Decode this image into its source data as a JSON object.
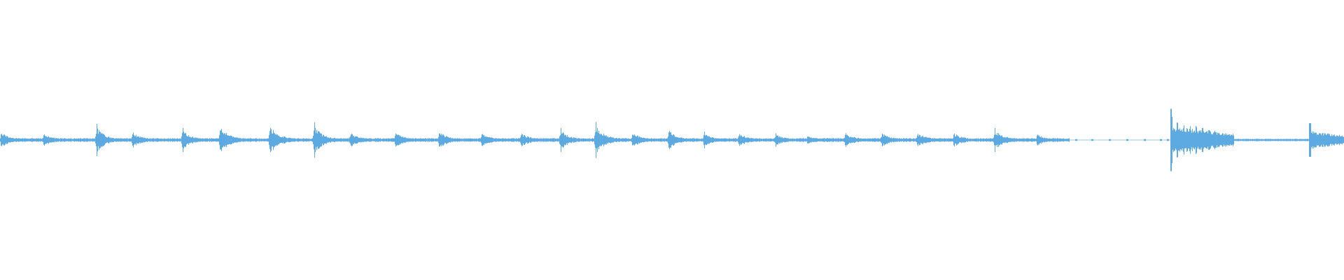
{
  "waveform": {
    "color": "#5DA9E1",
    "background": "#ffffff",
    "segments": [
      {
        "onset": 0.0,
        "peak": 0.22,
        "decay": 0.03
      },
      {
        "onset": 0.032,
        "peak": 0.17,
        "decay": 0.033
      },
      {
        "onset": 0.071,
        "peak": 0.4,
        "decay": 0.024
      },
      {
        "onset": 0.098,
        "peak": 0.22,
        "decay": 0.03
      },
      {
        "onset": 0.135,
        "peak": 0.3,
        "decay": 0.026
      },
      {
        "onset": 0.163,
        "peak": 0.4,
        "decay": 0.026
      },
      {
        "onset": 0.2,
        "peak": 0.42,
        "decay": 0.026
      },
      {
        "onset": 0.233,
        "peak": 0.47,
        "decay": 0.024
      },
      {
        "onset": 0.26,
        "peak": 0.2,
        "decay": 0.03
      },
      {
        "onset": 0.293,
        "peak": 0.22,
        "decay": 0.03
      },
      {
        "onset": 0.326,
        "peak": 0.27,
        "decay": 0.026
      },
      {
        "onset": 0.358,
        "peak": 0.22,
        "decay": 0.026
      },
      {
        "onset": 0.387,
        "peak": 0.2,
        "decay": 0.028
      },
      {
        "onset": 0.416,
        "peak": 0.3,
        "decay": 0.026
      },
      {
        "onset": 0.442,
        "peak": 0.45,
        "decay": 0.026
      },
      {
        "onset": 0.47,
        "peak": 0.2,
        "decay": 0.03
      },
      {
        "onset": 0.497,
        "peak": 0.28,
        "decay": 0.026
      },
      {
        "onset": 0.523,
        "peak": 0.2,
        "decay": 0.03
      },
      {
        "onset": 0.549,
        "peak": 0.19,
        "decay": 0.03
      },
      {
        "onset": 0.576,
        "peak": 0.17,
        "decay": 0.03
      },
      {
        "onset": 0.6,
        "peak": 0.13,
        "decay": 0.03
      },
      {
        "onset": 0.628,
        "peak": 0.2,
        "decay": 0.03
      },
      {
        "onset": 0.655,
        "peak": 0.2,
        "decay": 0.03
      },
      {
        "onset": 0.682,
        "peak": 0.2,
        "decay": 0.03
      },
      {
        "onset": 0.709,
        "peak": 0.2,
        "decay": 0.03
      },
      {
        "onset": 0.739,
        "peak": 0.3,
        "decay": 0.03
      },
      {
        "onset": 0.771,
        "peak": 0.17,
        "decay": 0.025
      }
    ],
    "sparse_dashes": [
      0.79,
      0.8,
      0.812,
      0.825,
      0.838,
      0.851,
      0.863,
      0.868
    ],
    "burst": {
      "onset": 0.871,
      "end": 0.918,
      "peak": 0.55,
      "level": 0.33
    },
    "tail": {
      "start": 0.918,
      "end": 0.974
    },
    "final": {
      "onset": 0.974,
      "peak": 0.4,
      "level": 0.22
    }
  }
}
